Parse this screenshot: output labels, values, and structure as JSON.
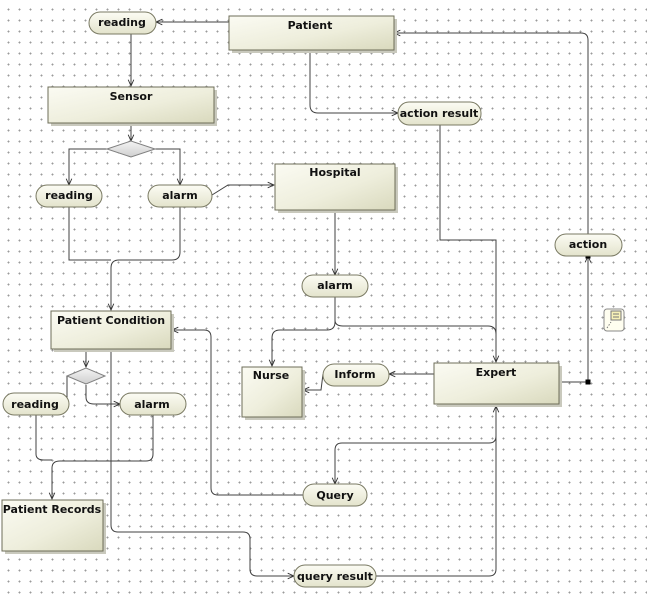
{
  "nodes": {
    "patient": "Patient",
    "sensor": "Sensor",
    "hospital": "Hospital",
    "patient_condition": "Patient Condition",
    "nurse": "Nurse",
    "expert": "Expert",
    "patient_records": "Patient Records"
  },
  "objects": {
    "reading_top": "reading",
    "action_result": "action result",
    "reading_left": "reading",
    "alarm_sensor": "alarm",
    "action": "action",
    "alarm_hospital": "alarm",
    "inform": "Inform",
    "reading_lower": "reading",
    "alarm_lower": "alarm",
    "query": "Query",
    "query_result": "query result"
  },
  "icons": {
    "note": "note-icon"
  }
}
